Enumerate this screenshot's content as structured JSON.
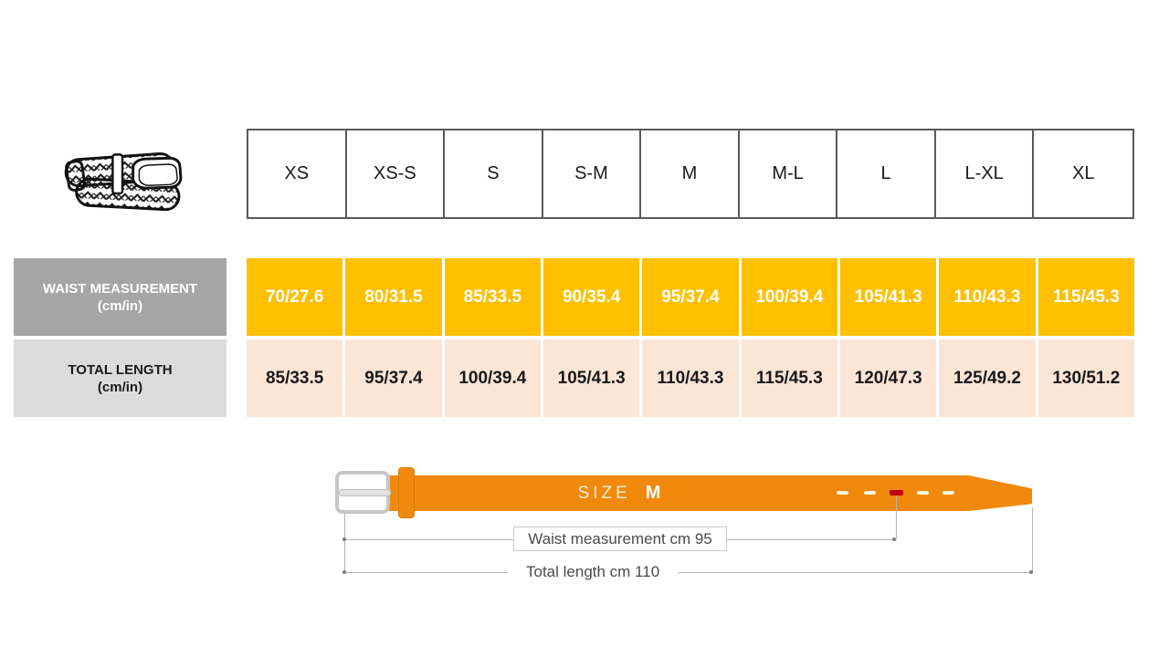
{
  "table": {
    "sizes": [
      "XS",
      "XS-S",
      "S",
      "S-M",
      "M",
      "M-L",
      "L",
      "L-XL",
      "XL"
    ],
    "rows": [
      {
        "label_line1": "WAIST MEASUREMENT",
        "label_line2": "(cm/in)",
        "values": [
          "70/27.6",
          "80/31.5",
          "85/33.5",
          "90/35.4",
          "95/37.4",
          "100/39.4",
          "105/41.3",
          "110/43.3",
          "115/45.3"
        ]
      },
      {
        "label_line1": "TOTAL LENGTH",
        "label_line2": "(cm/in)",
        "values": [
          "85/33.5",
          "95/37.4",
          "100/39.4",
          "105/41.3",
          "110/43.3",
          "115/45.3",
          "120/47.3",
          "125/49.2",
          "130/51.2"
        ]
      }
    ]
  },
  "diagram": {
    "size_word": "SIZE",
    "size_value": "M",
    "waist_note": "Waist measurement cm 95",
    "total_note": "Total length cm 110"
  },
  "icons": {
    "belt_illustration": "braided-belt-illustration"
  },
  "colors": {
    "waist_row_bg": "#FFC000",
    "total_row_bg": "#FBE5D6",
    "waist_label_bg": "#A6A6A6",
    "total_label_bg": "#DBDBDB",
    "belt_orange": "#F0890C",
    "hole_red": "#C00000",
    "table_border": "#595959",
    "guide_line": "#B5B5B5"
  }
}
